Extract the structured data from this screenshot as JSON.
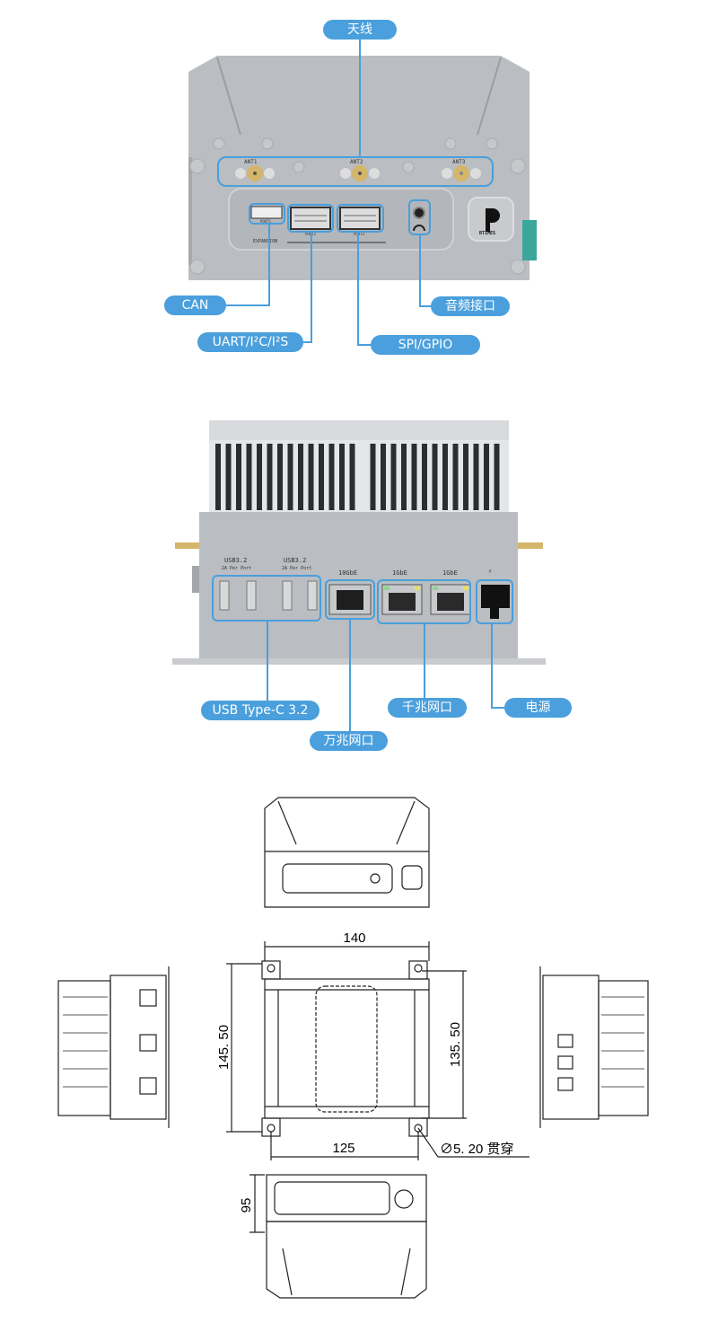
{
  "callouts_top": {
    "antenna": "天线",
    "can": "CAN",
    "uart": "UART/I²C/I²S",
    "spi": "SPI/GPIO",
    "audio": "音频接口"
  },
  "top_panel": {
    "ant_labels": [
      "ANT1",
      "ANT2",
      "ANT3"
    ],
    "port_labels": [
      "PORT1",
      "PORT2",
      "PORT3"
    ],
    "expansion": "EXPANSION",
    "logo": "RTIMES"
  },
  "callouts_mid": {
    "usb": "USB Type-C 3.2",
    "ten_g": "万兆网口",
    "gig": "千兆网口",
    "power": "电源"
  },
  "mid_panel": {
    "usb_labels": [
      "USB3.2",
      "USB3.2"
    ],
    "usb_sub": [
      "2A Per Port",
      "2A Per Port"
    ],
    "eth_labels": [
      "10GbE",
      "1GbE",
      "1GbE"
    ],
    "power_symbol": "⚡"
  },
  "drawing": {
    "width": "140",
    "height": "145. 50",
    "hole_spacing_h": "135. 50",
    "hole_spacing_w": "125",
    "hole": "∅5. 20  贯穿",
    "depth": "95"
  },
  "colors": {
    "accent": "#4a9fdc",
    "body": "#babdc1",
    "gold": "#d4b66a",
    "teal": "#3aa79a"
  }
}
